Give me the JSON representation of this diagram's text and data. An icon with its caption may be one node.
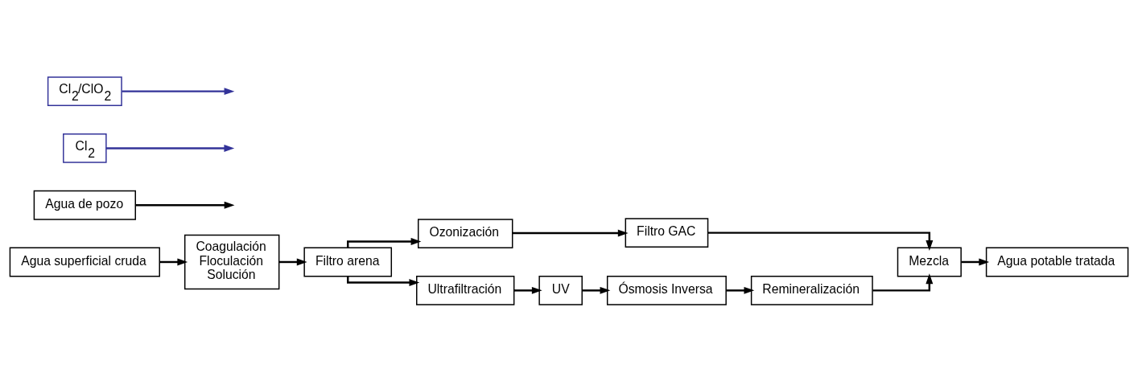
{
  "diagram": {
    "nodes": [
      {
        "text": [
          "Agua superficial cruda"
        ]
      },
      {
        "text": [
          "Coagulación",
          "Floculación",
          "Solución"
        ]
      },
      {
        "text": [
          "Filtro arena"
        ]
      },
      {
        "text": [
          "Agua de pozo"
        ]
      },
      {
        "text": [
          "Ozonización"
        ]
      },
      {
        "text": [
          "Filtro GAC"
        ]
      },
      {
        "text": [
          "Cl$_{2}$"
        ]
      },
      {
        "text": [
          "Mezcla"
        ]
      },
      {
        "text": [
          "Agua potable tratada"
        ]
      },
      {
        "text": [
          "Cl$_{2}$/ClO$_{2}$"
        ]
      },
      {
        "text": [
          "Ultrafiltración"
        ]
      },
      {
        "text": [
          "UV"
        ]
      },
      {
        "text": [
          "Ósmosis Inversa"
        ]
      },
      {
        "text": [
          "Remineralización"
        ]
      }
    ],
    "edges": [
      {
        "from": 0,
        "to": 1,
        "arrow": "to"
      },
      {
        "from": 9,
        "to": null,
        "arrow": "to",
        "color": "#333399"
      },
      {
        "from": 1,
        "to": 2,
        "arrow": "to"
      },
      {
        "from": 3,
        "to": null,
        "arrow": "to"
      },
      {
        "from": 2,
        "to": 4,
        "arrow": "to"
      },
      {
        "from": 2,
        "to": 10,
        "arrow": "to"
      },
      {
        "from": 4,
        "to": 5,
        "arrow": "to"
      },
      {
        "from": 5,
        "to": 7,
        "arrow": "to"
      },
      {
        "from": 6,
        "to": null,
        "arrow": "to",
        "color": "#333399"
      },
      {
        "from": 7,
        "to": 8,
        "arrow": "to"
      },
      {
        "from": 10,
        "to": 11,
        "arrow": "to"
      },
      {
        "from": 11,
        "to": 12,
        "arrow": "to"
      },
      {
        "from": 12,
        "to": 13,
        "arrow": "to"
      },
      {
        "from": 13,
        "to": 7,
        "arrow": "to"
      }
    ]
  }
}
